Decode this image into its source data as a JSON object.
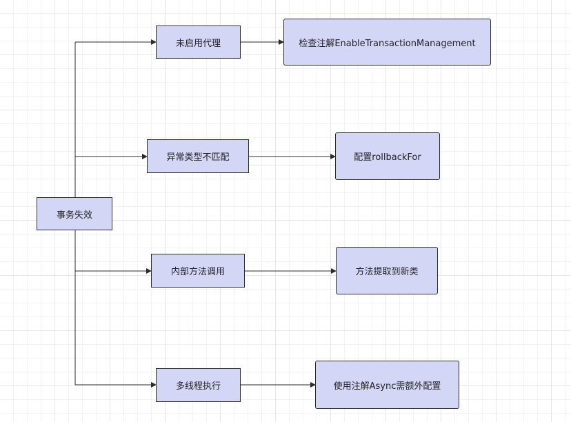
{
  "diagram": {
    "root": {
      "label": "事务失效"
    },
    "causes": [
      {
        "label": "未启用代理",
        "solution": "检查注解EnableTransactionManagement"
      },
      {
        "label": "异常类型不匹配",
        "solution": "配置rollbackFor"
      },
      {
        "label": "内部方法调用",
        "solution": "方法提取到新类"
      },
      {
        "label": "多线程执行",
        "solution": "使用注解Async需额外配置"
      }
    ],
    "colors": {
      "node_fill": "#d4d6f6",
      "stroke": "#2b2b2b",
      "grid": "#e6e6e6"
    }
  }
}
